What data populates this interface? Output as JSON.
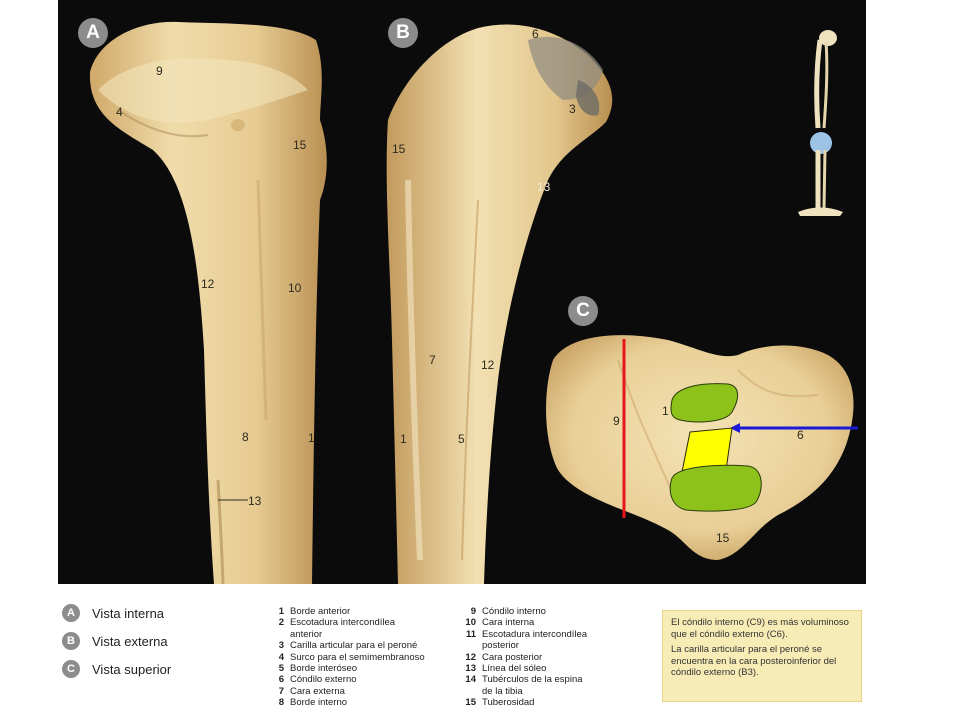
{
  "plate": {
    "badges": {
      "a": "A",
      "b": "B",
      "c": "C"
    },
    "labels_a": [
      "9",
      "4",
      "15",
      "12",
      "10",
      "8",
      "1",
      "13"
    ],
    "labels_b": [
      "6",
      "3",
      "15",
      "13",
      "7",
      "12",
      "1",
      "5"
    ],
    "labels_c": [
      "9",
      "1",
      "6",
      "15"
    ]
  },
  "legend": {
    "views": [
      {
        "badge": "A",
        "label": "Vista interna"
      },
      {
        "badge": "B",
        "label": "Vista externa"
      },
      {
        "badge": "C",
        "label": "Vista superior"
      }
    ],
    "items_col1": [
      {
        "n": "1",
        "text": "Borde anterior"
      },
      {
        "n": "2",
        "text": "Escotadura intercondílea\nanterior"
      },
      {
        "n": "3",
        "text": "Carilla articular para el peroné"
      },
      {
        "n": "4",
        "text": "Surco para el semimembranoso"
      },
      {
        "n": "5",
        "text": "Borde interóseo"
      },
      {
        "n": "6",
        "text": "Cóndilo externo"
      },
      {
        "n": "7",
        "text": "Cara externa"
      },
      {
        "n": "8",
        "text": "Borde interno"
      }
    ],
    "items_col2": [
      {
        "n": "9",
        "text": "Cóndilo interno"
      },
      {
        "n": "10",
        "text": "Cara interna"
      },
      {
        "n": "11",
        "text": "Escotadura intercondílea\nposterior"
      },
      {
        "n": "12",
        "text": "Cara posterior"
      },
      {
        "n": "13",
        "text": "Línea del sóleo"
      },
      {
        "n": "14",
        "text": "Tubérculos de la espina\nde la tibia"
      },
      {
        "n": "15",
        "text": "Tuberosidad"
      }
    ],
    "note": {
      "p1": "El cóndilo interno (C9) es más voluminoso que el cóndilo externo (C6).",
      "p2": "La carilla articular para el peroné se encuentra en la cara posteroinferior del cóndilo externo (B3)."
    }
  },
  "colors": {
    "background": "#0b0b0b",
    "bone": "#e7cf98",
    "red_line": "#e8161b",
    "blue_arrow": "#1a1ad6",
    "green_marker": "#8cc21a",
    "yellow_marker": "#ffff00",
    "note_bg": "#f7ebb6"
  }
}
